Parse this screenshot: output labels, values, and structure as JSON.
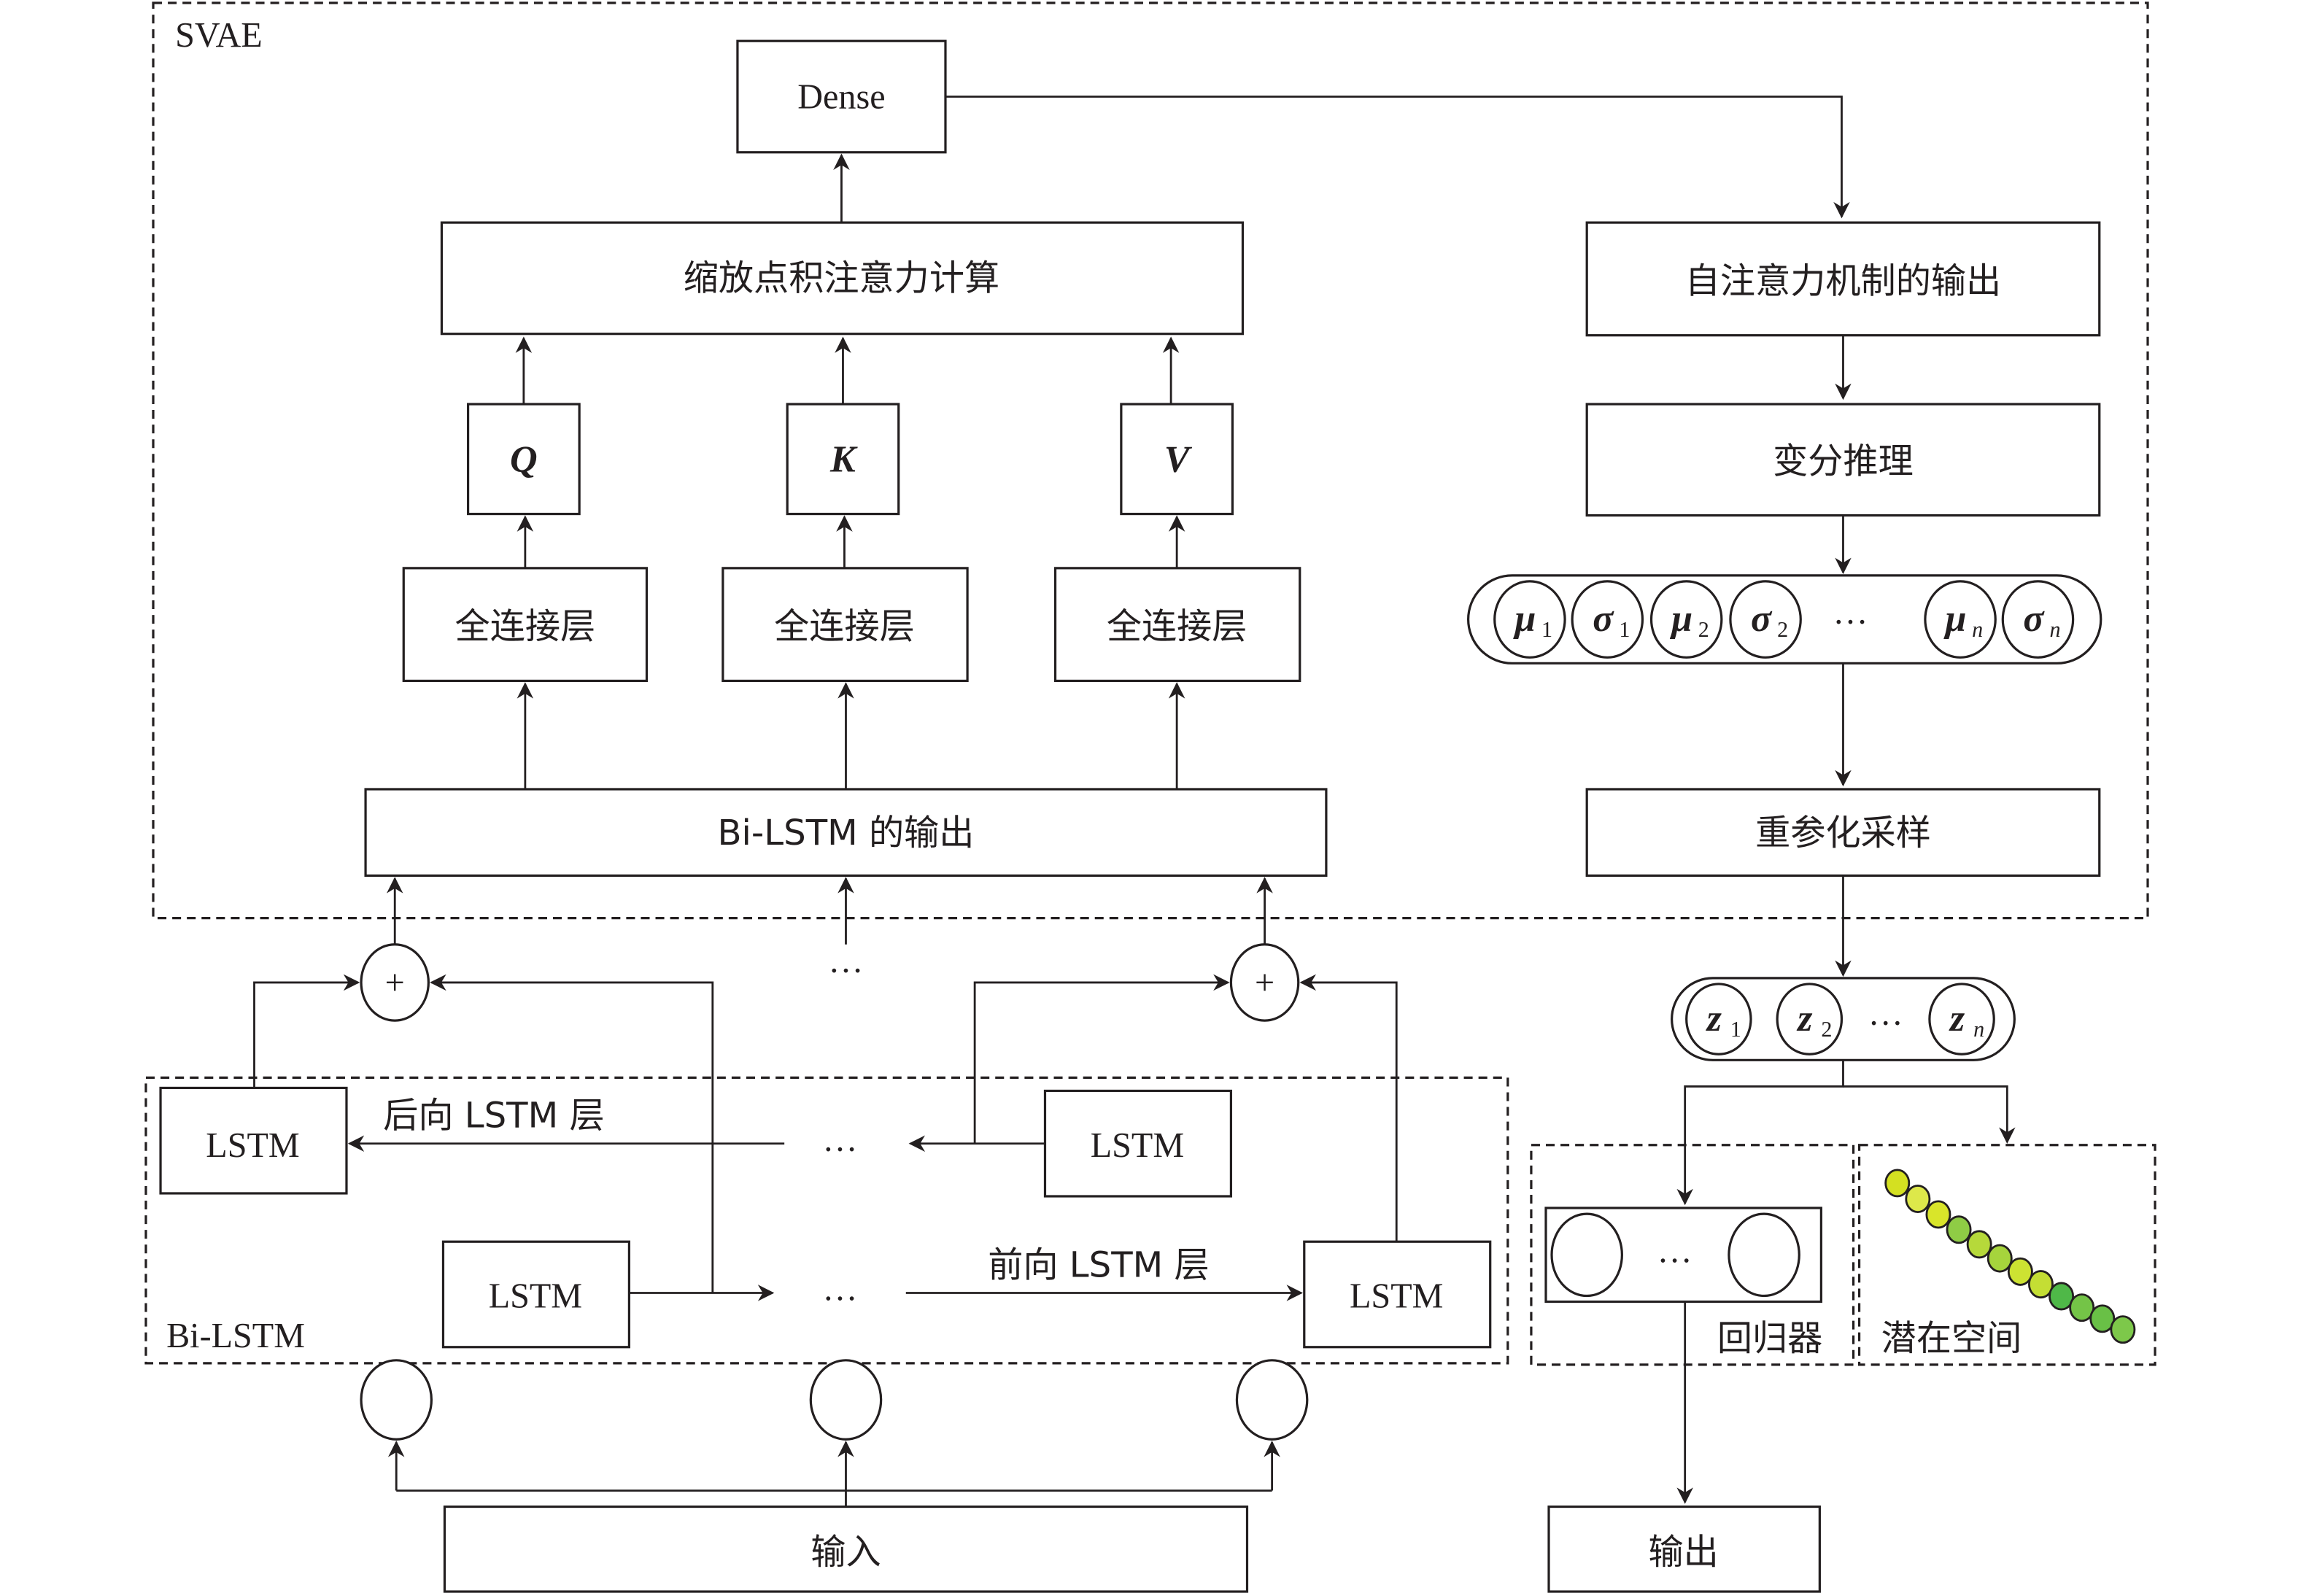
{
  "diagram": {
    "svae_label": "SVAE",
    "bilstm_label": "Bi-LSTM",
    "dense": "Dense",
    "attention_calc": "缩放点积注意力计算",
    "q": "Q",
    "k": "K",
    "v": "V",
    "fc_q": "全连接层",
    "fc_k": "全连接层",
    "fc_v": "全连接层",
    "bilstm_output": "Bi-LSTM 的输出",
    "self_attention_output": "自注意力机制的输出",
    "variational_inference": "变分推理",
    "latent_params": [
      {
        "sym": "μ",
        "sub": "1"
      },
      {
        "sym": "σ",
        "sub": "1"
      },
      {
        "sym": "μ",
        "sub": "2"
      },
      {
        "sym": "σ",
        "sub": "2"
      },
      {
        "sym": "μ",
        "sub": "n"
      },
      {
        "sym": "σ",
        "sub": "n"
      }
    ],
    "ellipsis": "…",
    "reparam_sampling": "重参化采样",
    "z_vars": [
      {
        "sym": "z",
        "sub": "1"
      },
      {
        "sym": "z",
        "sub": "2"
      },
      {
        "sym": "z",
        "sub": "n"
      }
    ],
    "plus": "+",
    "lstm": "LSTM",
    "backward_layer": "后向 LSTM 层",
    "forward_layer": "前向 LSTM 层",
    "regressor": "回归器",
    "latent_space": "潜在空间",
    "input": "输入",
    "output": "输出",
    "latent_space_point_colors": [
      "#d4e021",
      "#dde84a",
      "#d9e52a",
      "#8fcc45",
      "#b6d93a",
      "#a6d43c",
      "#cde232",
      "#c4de34",
      "#4fb848",
      "#74c447",
      "#69c046",
      "#7dc84a"
    ]
  }
}
